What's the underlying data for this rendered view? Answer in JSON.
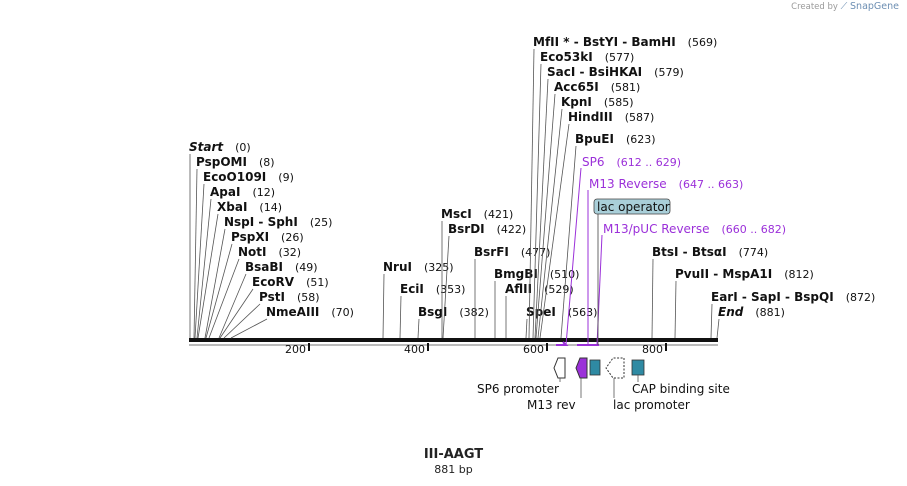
{
  "watermark": {
    "prefix": "Created by",
    "brand": "SnapGene"
  },
  "map": {
    "name": "III-AAGT",
    "length_label": "881 bp",
    "ruler_ticks": [
      "200",
      "400",
      "600",
      "800"
    ],
    "sites": [
      {
        "label": "Start",
        "pos": "(0)",
        "bp": 0,
        "italic": true
      },
      {
        "label": "PspOMI",
        "pos": "(8)",
        "bp": 8
      },
      {
        "label": "EcoO109I",
        "pos": "(9)",
        "bp": 9
      },
      {
        "label": "ApaI",
        "pos": "(12)",
        "bp": 12
      },
      {
        "label": "XbaI",
        "pos": "(14)",
        "bp": 14
      },
      {
        "label": "NspI - SphI",
        "pos": "(25)",
        "bp": 25
      },
      {
        "label": "PspXI",
        "pos": "(26)",
        "bp": 26
      },
      {
        "label": "NotI",
        "pos": "(32)",
        "bp": 32
      },
      {
        "label": "BsaBI",
        "pos": "(49)",
        "bp": 49
      },
      {
        "label": "EcoRV",
        "pos": "(51)",
        "bp": 51
      },
      {
        "label": "PstI",
        "pos": "(58)",
        "bp": 58
      },
      {
        "label": "NmeAIII",
        "pos": "(70)",
        "bp": 70
      },
      {
        "label": "NruI",
        "pos": "(325)",
        "bp": 325
      },
      {
        "label": "EciI",
        "pos": "(353)",
        "bp": 353
      },
      {
        "label": "BsgI",
        "pos": "(382)",
        "bp": 382
      },
      {
        "label": "MscI",
        "pos": "(421)",
        "bp": 421
      },
      {
        "label": "BsrDI",
        "pos": "(422)",
        "bp": 422
      },
      {
        "label": "BsrFI",
        "pos": "(477)",
        "bp": 477
      },
      {
        "label": "BmgBI",
        "pos": "(510)",
        "bp": 510
      },
      {
        "label": "AflII",
        "pos": "(529)",
        "bp": 529
      },
      {
        "label": "SpeI",
        "pos": "(563)",
        "bp": 563
      },
      {
        "label": "MfII * - BstYI - BamHI",
        "pos": "(569)",
        "bp": 569
      },
      {
        "label": "Eco53kI",
        "pos": "(577)",
        "bp": 577
      },
      {
        "label": "SacI - BsiHKAI",
        "pos": "(579)",
        "bp": 579
      },
      {
        "label": "Acc65I",
        "pos": "(581)",
        "bp": 581
      },
      {
        "label": "KpnI",
        "pos": "(585)",
        "bp": 585
      },
      {
        "label": "HindIII",
        "pos": "(587)",
        "bp": 587
      },
      {
        "label": "BpuEI",
        "pos": "(623)",
        "bp": 623
      },
      {
        "label": "BtsI - BtsαI",
        "pos": "(774)",
        "bp": 774
      },
      {
        "label": "PvuII - MspA1I",
        "pos": "(812)",
        "bp": 812
      },
      {
        "label": "EarI - SapI - BspQI",
        "pos": "(872)",
        "bp": 872
      },
      {
        "label": "End",
        "pos": "(881)",
        "bp": 881,
        "italic": true
      }
    ],
    "primers": [
      {
        "label": "SP6",
        "range": "(612 .. 629)"
      },
      {
        "label": "M13 Reverse",
        "range": "(647 .. 663)"
      },
      {
        "label": "M13/pUC Reverse",
        "range": "(660 .. 682)"
      }
    ],
    "feature_box_label": "lac operator",
    "feature_labels": {
      "sp6_promoter": "SP6 promoter",
      "m13_rev": "M13 rev",
      "lac_promoter": "lac promoter",
      "cap_binding_site": "CAP binding site"
    },
    "colors": {
      "primer": "#9b30d9",
      "feature_teal": "#2f8aa3",
      "operator_box": "#a9cfd9",
      "backbone": "#111111",
      "site_line": "#555555"
    }
  }
}
